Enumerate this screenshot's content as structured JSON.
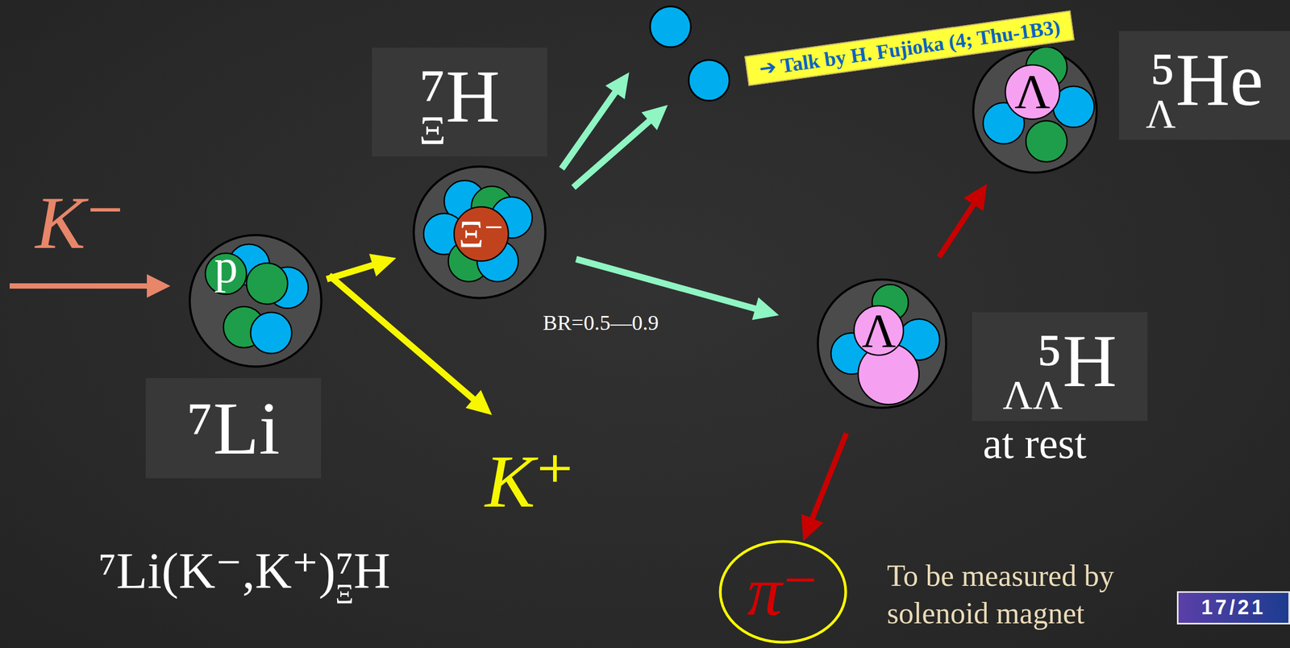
{
  "diagram": {
    "nodes": [
      {
        "text": [
          "p"
        ]
      },
      {
        "text": [
          "⁷Li"
        ]
      },
      {
        "text": [
          "⁷ΞH"
        ]
      },
      {
        "text": [
          "Ξ⁻"
        ]
      },
      {
        "text": [
          "➔ Talk by H. Fujioka (4; Thu-1B3)"
        ]
      },
      {
        "text": [
          "Λ"
        ]
      },
      {
        "text": [
          "⁵ΛHe"
        ]
      },
      {
        "text": [
          "Λ"
        ]
      },
      {
        "text": [
          "ΛΛ⁵H"
        ]
      },
      {
        "text": [
          "π⁻"
        ]
      },
      {
        "text": [
          "17/21"
        ]
      }
    ],
    "edges": [
      {
        "from": 0,
        "to": 3,
        "arrow": "to"
      },
      {
        "from": 3,
        "to": 7,
        "label": "BR=0.5—0.9",
        "arrow": "to"
      },
      {
        "from": 7,
        "to": 5,
        "arrow": "to"
      },
      {
        "from": 7,
        "to": 9,
        "arrow": "to"
      }
    ],
    "labels": [
      "K⁻",
      "K⁺",
      "⁷Li(K⁻,K⁺)⁷ΞH",
      "at rest",
      "To be measured by solenoid magnet"
    ]
  }
}
